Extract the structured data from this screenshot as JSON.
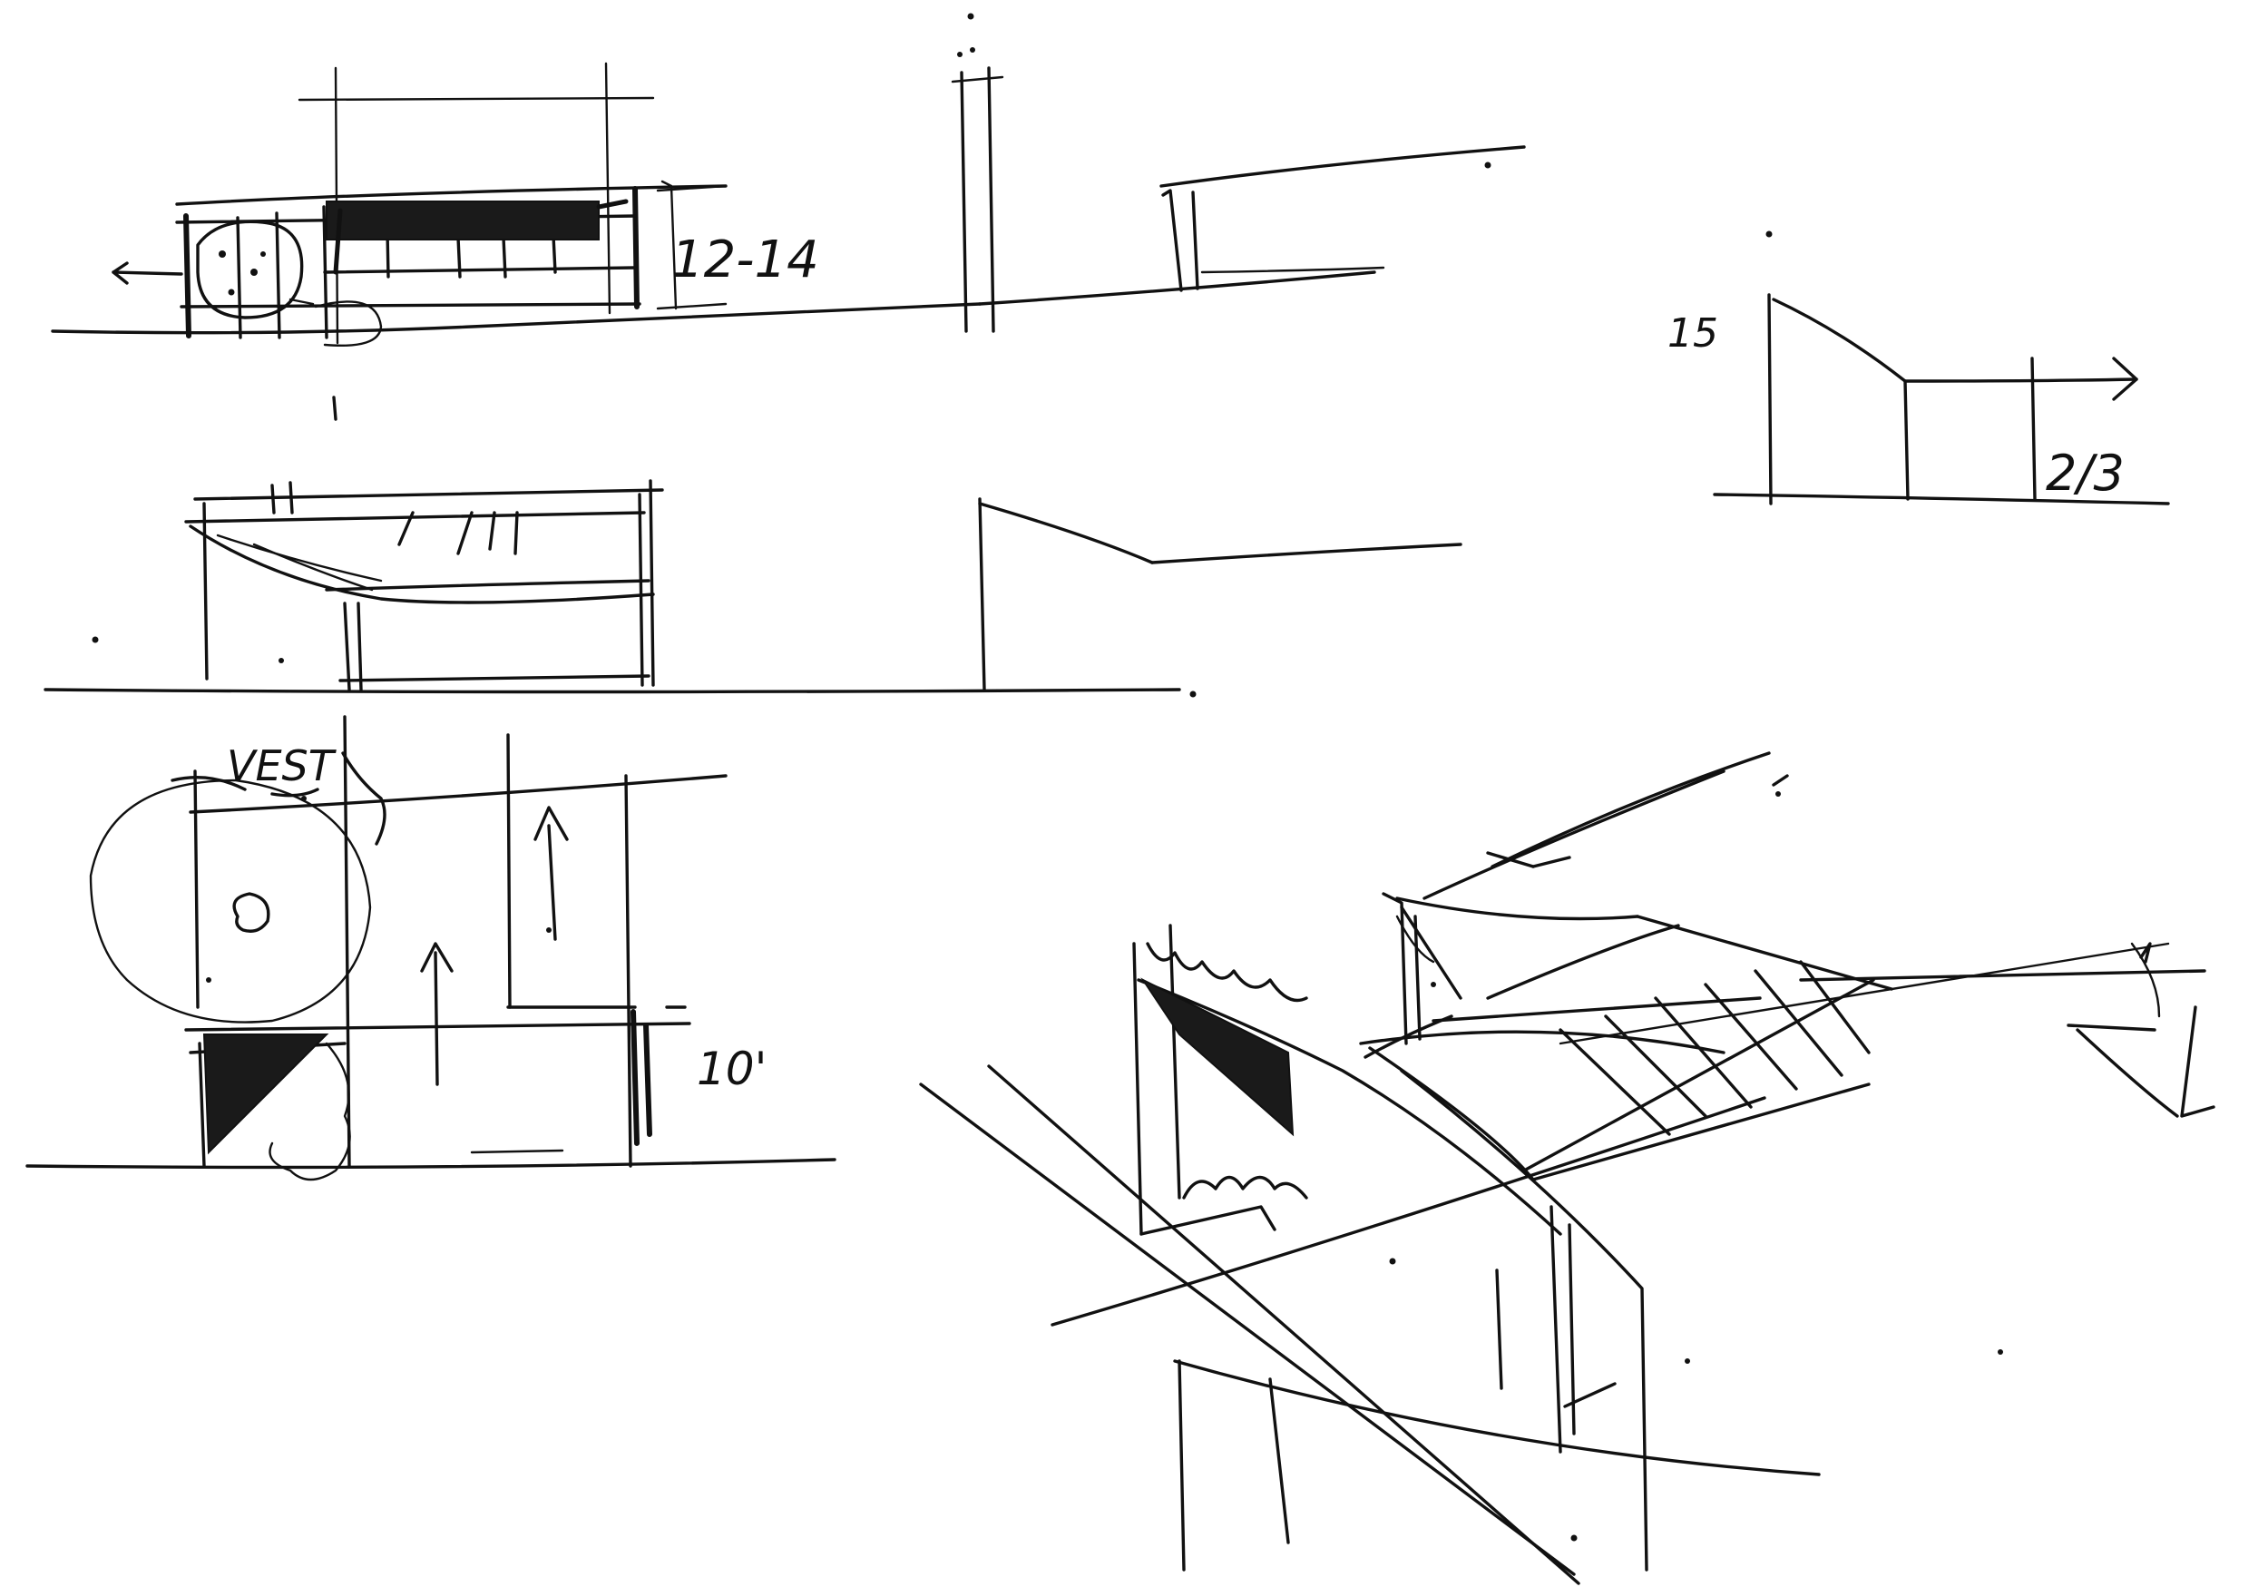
{
  "canvas": {
    "background": "#ffffff",
    "ink": "#111111"
  },
  "annotations": {
    "height_upper": "12-14",
    "height_left": "15",
    "ratio": "2/3",
    "vestibule": "VEST",
    "height_lower": "10'"
  }
}
